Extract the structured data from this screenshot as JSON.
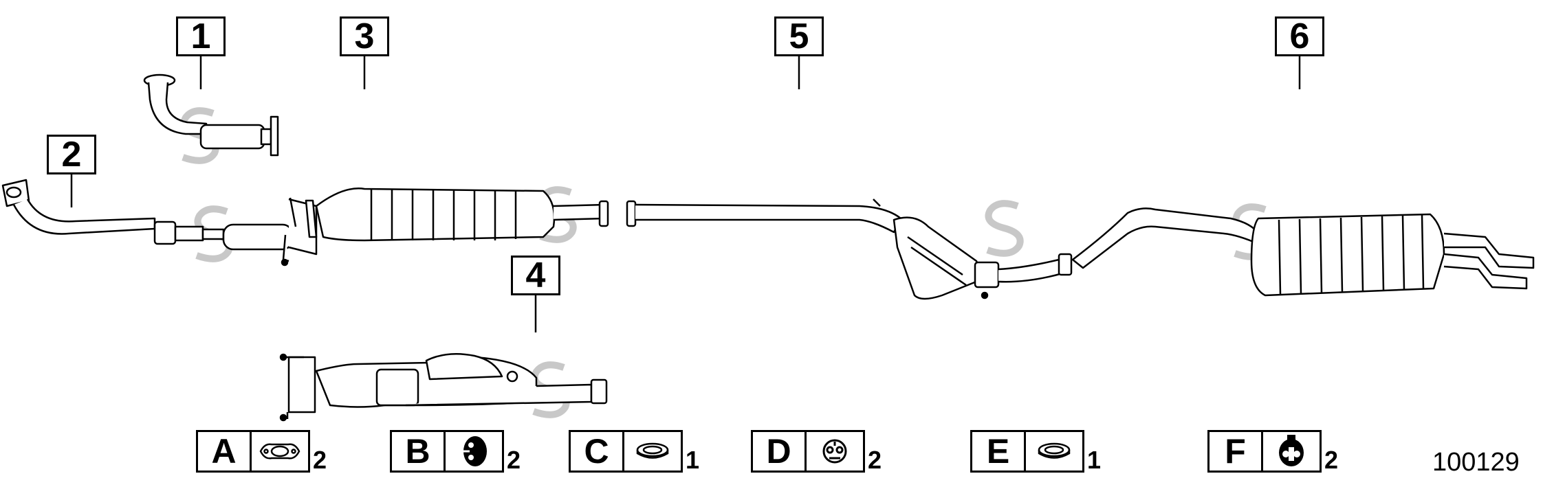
{
  "callouts": [
    "1",
    "2",
    "3",
    "4",
    "5",
    "6"
  ],
  "legend": [
    {
      "letter": "A",
      "qty": "2",
      "icon": "flange-gasket-icon"
    },
    {
      "letter": "B",
      "qty": "2",
      "icon": "rubber-hanger-icon"
    },
    {
      "letter": "C",
      "qty": "1",
      "icon": "sealing-ring-icon"
    },
    {
      "letter": "D",
      "qty": "2",
      "icon": "hanger-ring-icon"
    },
    {
      "letter": "E",
      "qty": "1",
      "icon": "sealing-ring-icon"
    },
    {
      "letter": "F",
      "qty": "2",
      "icon": "rubber-mount-icon"
    }
  ],
  "reference_number": "100129"
}
